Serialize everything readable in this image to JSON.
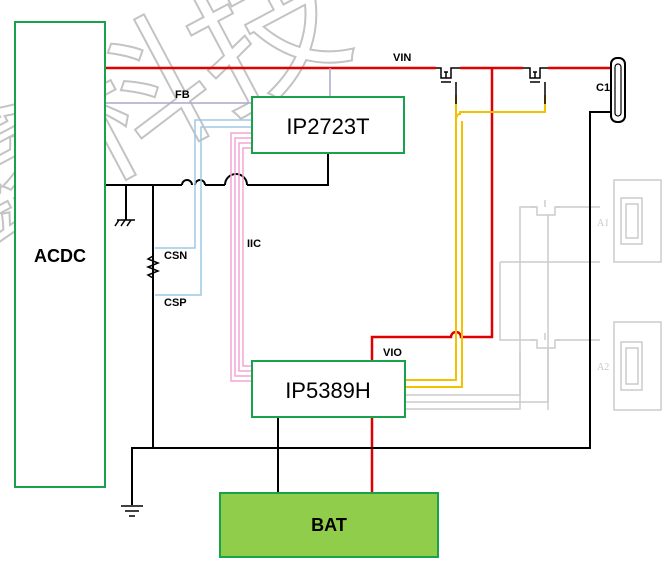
{
  "blocks": {
    "acdc": "ACDC",
    "ip2723t": "IP2723T",
    "ip5389h": "IP5389H",
    "bat": "BAT"
  },
  "nets": {
    "vin": "VIN",
    "fb": "FB",
    "csn": "CSN",
    "csp": "CSP",
    "iic": "IIC",
    "vio": "VIO"
  },
  "ports": {
    "c1": "C1",
    "a1": "A1",
    "a2": "A2"
  },
  "watermark": "鑫科技",
  "colors": {
    "vbus_wire": "#e00000",
    "chip_border": "#1aa14b",
    "battery_fill": "#8fcd4b",
    "signal_yellow": "#f2c200",
    "iic_pink": "#f2a6d6",
    "sense_blue": "#9dc8e6",
    "inactive_gray": "#cccccc",
    "ground_wire": "#000000"
  }
}
